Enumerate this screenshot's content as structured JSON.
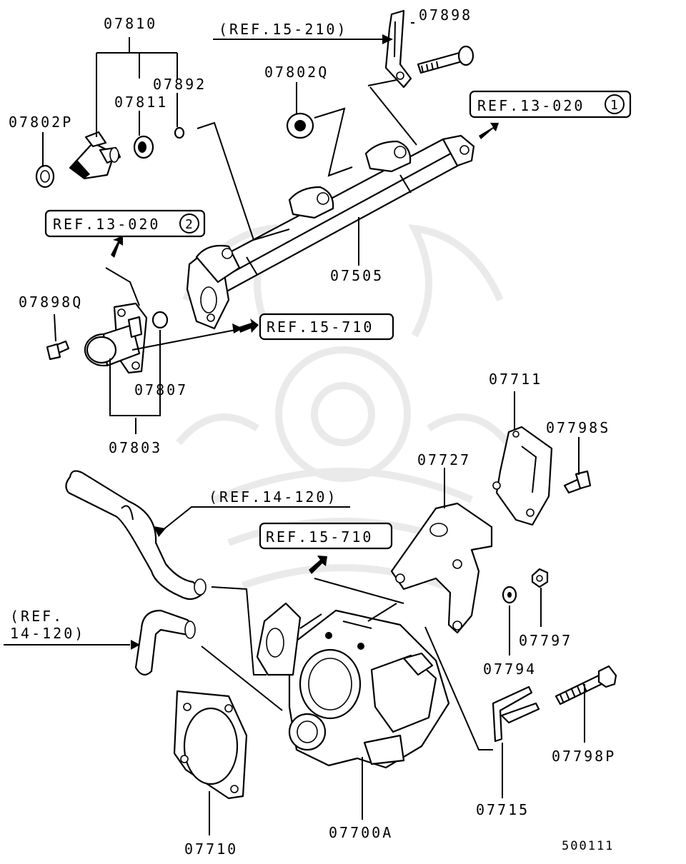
{
  "parts": {
    "p07810": "07810",
    "p07898": "07898",
    "p07892": "07892",
    "p07811": "07811",
    "p07802q": "07802Q",
    "p07802p": "07802P",
    "p07505": "07505",
    "p07898q": "07898Q",
    "p07807": "07807",
    "p07803": "07803",
    "p07711": "07711",
    "p07798s": "07798S",
    "p07727": "07727",
    "p07797": "07797",
    "p07794": "07794",
    "p07798p": "07798P",
    "p07715": "07715",
    "p07700a": "07700A",
    "p07710": "07710"
  },
  "refs": {
    "r15210": "(REF.15-210)",
    "r13020_1": "REF.13-020",
    "circle_1": "1",
    "r13020_2": "REF.13-020",
    "circle_2": "2",
    "r15710_a": "REF.15-710",
    "r15710_b": "REF.15-710",
    "r14120_upper": "(REF.14-120)",
    "r14120_lower_1": "(REF.",
    "r14120_lower_2": " 14-120)"
  },
  "diagram_code": "500111"
}
